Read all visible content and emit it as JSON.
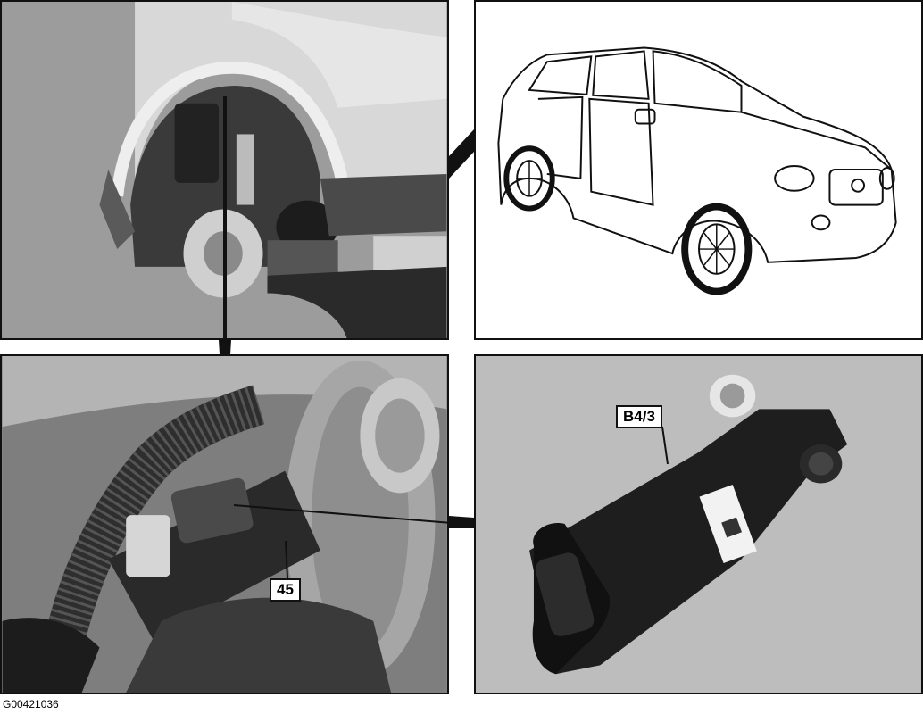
{
  "figure_id": "G00421036",
  "callouts": {
    "sensor_label": "B4/3",
    "component_label": "45"
  },
  "panels": [
    {
      "name": "wheel-well-photo",
      "description_kind": "photo"
    },
    {
      "name": "vehicle-line-drawing",
      "description_kind": "line-art"
    },
    {
      "name": "connector-closeup-photo",
      "description_kind": "photo"
    },
    {
      "name": "sensor-photo",
      "description_kind": "photo"
    }
  ]
}
